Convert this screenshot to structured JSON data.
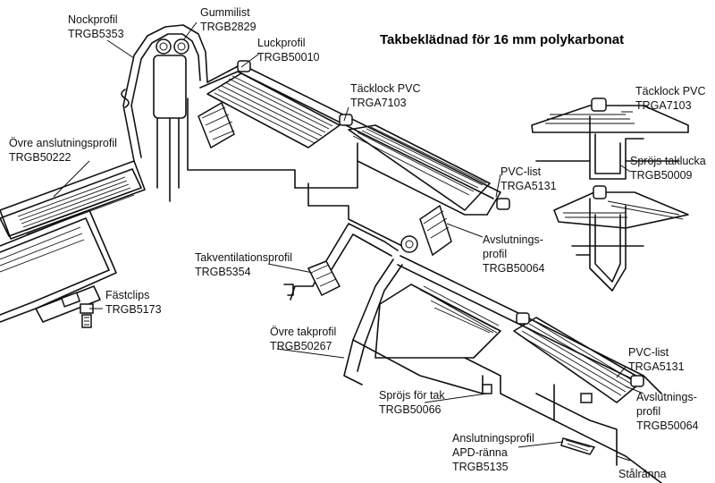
{
  "title": "Takbeklädnad för 16 mm polykarbonat",
  "labels": {
    "nockprofil": "Nockprofil",
    "nockprofil_code": "TRGB5353",
    "gummilist": "Gummilist",
    "gummilist_code": "TRGB2829",
    "luckprofil": "Luckprofil",
    "luckprofil_code": "TRGB50010",
    "tacklock_1": "Täcklock PVC",
    "tacklock_1_code": "TRGA7103",
    "ovre_anslutning": "Övre anslutningsprofil",
    "ovre_anslutning_code": "TRGB50222",
    "pvc_list_1": "PVC-list",
    "pvc_list_1_code": "TRGA5131",
    "avslutning_1_a": "Avslutnings-",
    "avslutning_1_b": "profil",
    "avslutning_1_code": "TRGB50064",
    "takventilation": "Takventilationsprofil",
    "takventilation_code": "TRGB5354",
    "fastclips": "Fästclips",
    "fastclips_code": "TRGB5173",
    "ovre_takprofil": "Övre takprofil",
    "ovre_takprofil_code": "TRGB50267",
    "sprojs_tak": "Spröjs för tak",
    "sprojs_tak_code": "TRGB50066",
    "anslutning_apd_a": "Anslutningsprofil",
    "anslutning_apd_b": "APD-ränna",
    "anslutning_apd_code": "TRGB5135",
    "stalranna": "Stålränna",
    "pvc_list_2": "PVC-list",
    "pvc_list_2_code": "TRGA5131",
    "avslutning_2_a": "Avslutnings-",
    "avslutning_2_b": "profil",
    "avslutning_2_code": "TRGB50064",
    "tacklock_2": "Täcklock PVC",
    "tacklock_2_code": "TRGA7103",
    "sprojs_taklucka": "Spröjs taklucka",
    "sprojs_taklucka_code": "TRGB50009"
  }
}
